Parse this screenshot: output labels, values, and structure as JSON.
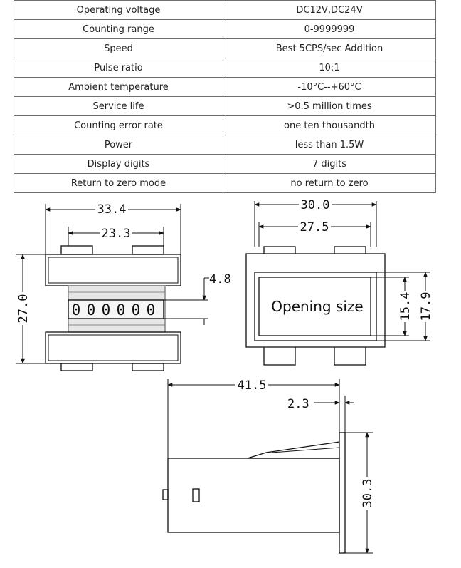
{
  "specs": [
    {
      "label": "Operating voltage",
      "value": "DC12V,DC24V"
    },
    {
      "label": "Counting range",
      "value": "0-9999999"
    },
    {
      "label": "Speed",
      "value": "Best 5CPS/sec Addition"
    },
    {
      "label": "Pulse ratio",
      "value": "10:1"
    },
    {
      "label": "Ambient temperature",
      "value": "-10°C--+60°C"
    },
    {
      "label": "Service life",
      "value": ">0.5 million times"
    },
    {
      "label": "Counting error rate",
      "value": "one ten thousandth"
    },
    {
      "label": "Power",
      "value": "less than 1.5W"
    },
    {
      "label": "Display digits",
      "value": "7 digits"
    },
    {
      "label": "Return to zero mode",
      "value": "no return to zero"
    }
  ],
  "drawing": {
    "front_view": {
      "width_overall": "33.4",
      "width_tabs": "23.3",
      "height_overall": "27.0",
      "window_height": "4.8",
      "digits": [
        "0",
        "0",
        "0",
        "0",
        "0",
        "0"
      ]
    },
    "cutout_view": {
      "width_outer": "30.0",
      "width_inner": "27.5",
      "label": "Opening size",
      "height_inner": "15.4",
      "height_outer": "17.9"
    },
    "side_view": {
      "depth_overall": "41.5",
      "flange_thickness": "2.3",
      "height_overall": "30.3"
    }
  }
}
